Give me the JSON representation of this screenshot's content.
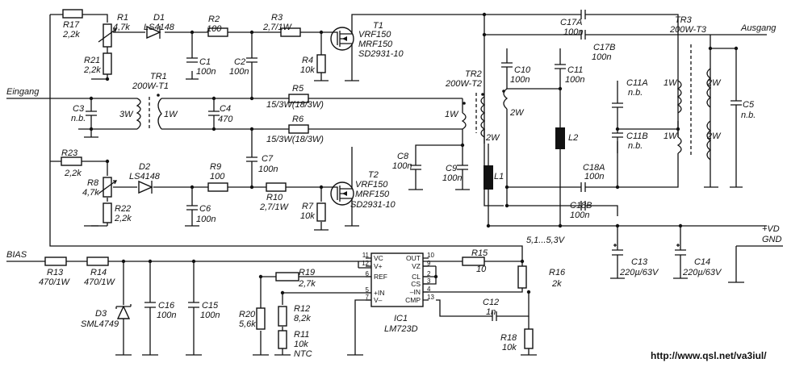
{
  "ports": {
    "input": "Eingang",
    "output": "Ausgang",
    "bias": "BIAS",
    "vd": "+VD",
    "gnd": "GND"
  },
  "supply_range": "5,1...5,3V",
  "url": "http://www.qsl.net/va3iul/",
  "c": {
    "c1": [
      "C1",
      "100n"
    ],
    "c2": [
      "C2",
      "100n"
    ],
    "c3": [
      "C3",
      "n.b."
    ],
    "c4": [
      "C4",
      "470"
    ],
    "c5": [
      "C5",
      "n.b."
    ],
    "c6": [
      "C6",
      "100n"
    ],
    "c7": [
      "C7",
      "100n"
    ],
    "c8": [
      "C8",
      "100n"
    ],
    "c9": [
      "C9",
      "100n"
    ],
    "c10": [
      "C10",
      "100n"
    ],
    "c11": [
      "C11",
      "100n"
    ],
    "c11a": [
      "C11A",
      "n.b."
    ],
    "c11b": [
      "C11B",
      "n.b."
    ],
    "c12": [
      "C12",
      "1n"
    ],
    "c13": [
      "C13",
      "220µ/63V"
    ],
    "c14": [
      "C14",
      "220µ/63V"
    ],
    "c15": [
      "C15",
      "100n"
    ],
    "c16": [
      "C16",
      "100n"
    ],
    "c17a": [
      "C17A",
      "100n"
    ],
    "c17b": [
      "C17B",
      "100n"
    ],
    "c18a": [
      "C18A",
      "100n"
    ],
    "c18b": [
      "C18B",
      "100n"
    ]
  },
  "r": {
    "r1": [
      "R1",
      "4,7k"
    ],
    "r2": [
      "R2",
      "100"
    ],
    "r3": [
      "R3",
      "2,7/1W"
    ],
    "r4": [
      "R4",
      "10k"
    ],
    "r5": [
      "R5",
      "15/3W(18/3W)"
    ],
    "r6": [
      "R6",
      "15/3W(18/3W)"
    ],
    "r7": [
      "R7",
      "10k"
    ],
    "r8": [
      "R8",
      "4,7k"
    ],
    "r9": [
      "R9",
      "100"
    ],
    "r10": [
      "R10",
      "2,7/1W"
    ],
    "r11": [
      "R11",
      "10k",
      "NTC"
    ],
    "r12": [
      "R12",
      "8,2k"
    ],
    "r13": [
      "R13",
      "470/1W"
    ],
    "r14": [
      "R14",
      "470/1W"
    ],
    "r15": [
      "R15",
      "10"
    ],
    "r16": [
      "R16",
      "2k"
    ],
    "r17": [
      "R17",
      "2,2k"
    ],
    "r18": [
      "R18",
      "10k"
    ],
    "r19": [
      "R19",
      "2,7k"
    ],
    "r20": [
      "R20",
      "5,6k"
    ],
    "r21": [
      "R21",
      "2,2k"
    ],
    "r22": [
      "R22",
      "2,2k"
    ],
    "r23": [
      "R23",
      "2,2k"
    ]
  },
  "d": {
    "d1": [
      "D1",
      "LS4148"
    ],
    "d2": [
      "D2",
      "LS4148"
    ],
    "d3": [
      "D3",
      "SML4749"
    ]
  },
  "t": {
    "t1": [
      "T1",
      "VRF150",
      "MRF150",
      "SD2931-10"
    ],
    "t2": [
      "T2",
      "VRF150",
      "MRF150",
      "SD2931-10"
    ]
  },
  "tr": {
    "tr1": [
      "TR1",
      "200W-T1"
    ],
    "tr2": [
      "TR2",
      "200W-T2"
    ],
    "tr3": [
      "TR3",
      "200W-T3"
    ]
  },
  "windings": {
    "w3": "3W",
    "w1": "1W",
    "w2": "2W"
  },
  "l": {
    "l1": "L1",
    "l2": "L2"
  },
  "ic1": {
    "ref": "IC1",
    "part": "LM723D",
    "pins_left": [
      [
        "11",
        "VC"
      ],
      [
        "12",
        "V+"
      ],
      [
        "6",
        "REF"
      ],
      [
        "5",
        "+IN"
      ],
      [
        "7",
        "V–"
      ]
    ],
    "pins_right": [
      [
        "10",
        "OUT"
      ],
      [
        "9",
        "VZ"
      ],
      [
        "2",
        "CL"
      ],
      [
        "3",
        "CS"
      ],
      [
        "4",
        "–IN"
      ],
      [
        "13",
        "CMP"
      ]
    ]
  }
}
